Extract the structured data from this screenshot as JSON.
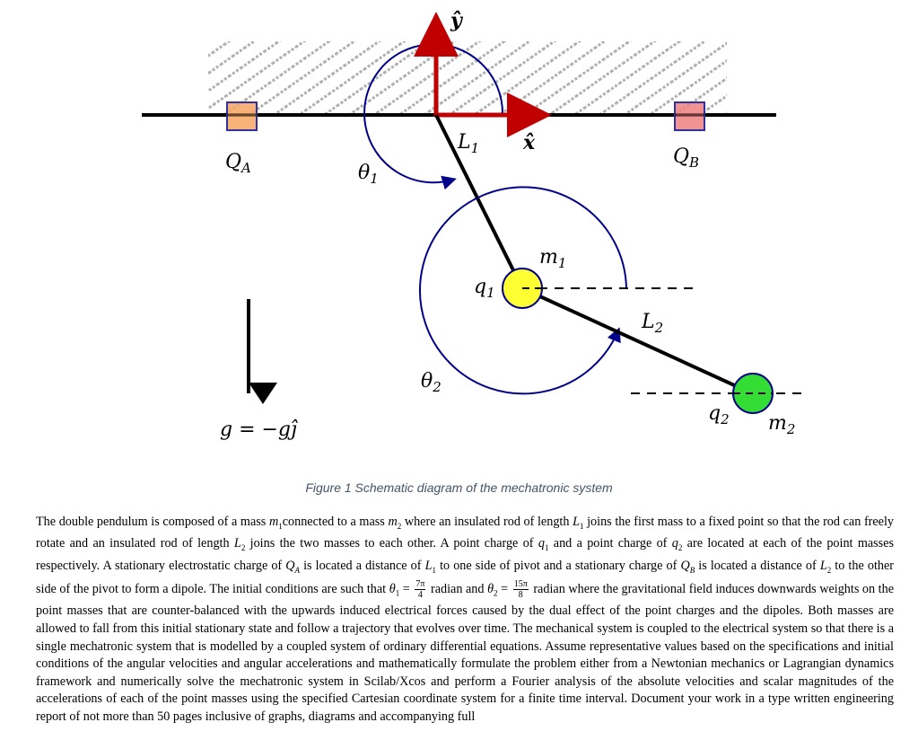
{
  "diagram": {
    "labels": {
      "y_axis": "ŷ",
      "x_axis": "x̂",
      "QA": "Q",
      "QA_sub": "A",
      "QB": "Q",
      "QB_sub": "B",
      "L1": "L",
      "L1_sub": "1",
      "L2": "L",
      "L2_sub": "2",
      "theta1": "θ",
      "theta1_sub": "1",
      "theta2": "θ",
      "theta2_sub": "2",
      "m1": "m",
      "m1_sub": "1",
      "m2": "m",
      "m2_sub": "2",
      "q1": "q",
      "q1_sub": "1",
      "q2": "q",
      "q2_sub": "2",
      "gravity": "g = −gĵ"
    },
    "colors": {
      "axis_arrow": "#c00000",
      "angle_arc": "#00008b",
      "mass1": "#ffff33",
      "mass2": "#33dd33",
      "charge_box_A": "#f4a460",
      "charge_box_B": "#f08080",
      "charge_box_border": "#3030a0"
    }
  },
  "caption": "Figure 1 Schematic diagram of the mechatronic system",
  "paragraph": {
    "s1a": "The double pendulum is composed of a mass ",
    "m1": "m",
    "s1b": "connected to a mass ",
    "m2": "m",
    "s1c": " where an insulated rod of length ",
    "L1": "L",
    "s1d": " joins the first mass to a fixed point so that the rod can freely rotate and an insulated rod of length ",
    "L2": "L",
    "s1e": " joins the two masses to each other. A point charge of ",
    "q1": "q",
    "s1f": " and a point charge of ",
    "q2": "q",
    "s1g": " are located at each of the point masses respectively.  A stationary electrostatic charge of ",
    "QA": "Q",
    "s1h": " is located a distance of ",
    "L1b": "L",
    "s1i": " to one side of pivot and a stationary charge of ",
    "QB": "Q",
    "s1j": " is located a distance of ",
    "L2b": "L",
    "s1k": " to the other side of the pivot to form a dipole. The initial conditions are such that ",
    "theta1": "θ",
    "eq1": " = ",
    "frac1_num": "7π",
    "frac1_den": "4",
    "s1l": " radian and ",
    "theta2": "θ",
    "eq2": " = ",
    "frac2_num": "15π",
    "frac2_den": "8",
    "s1m": " radian where the gravitational field induces downwards weights on the point masses that are counter-balanced with the upwards induced electrical forces caused by the dual effect of the point charges and the dipoles. Both masses are allowed to fall from this initial stationary state and follow a trajectory that evolves over time. The mechanical system is coupled to the electrical system so that there is a single mechatronic system that is modelled by a coupled system of ordinary differential equations. Assume representative values based on the specifications and initial conditions of the angular velocities and angular accelerations and mathematically formulate the problem either from a Newtonian mechanics or Lagrangian dynamics framework and numerically solve the mechatronic system in Scilab/Xcos and perform a Fourier analysis of the absolute velocities and scalar magnitudes of the accelerations of each of the point masses using the specified Cartesian coordinate system for a finite time interval. Document your work in a type written engineering report of not more than 50 pages inclusive of graphs, diagrams and accompanying full"
  }
}
